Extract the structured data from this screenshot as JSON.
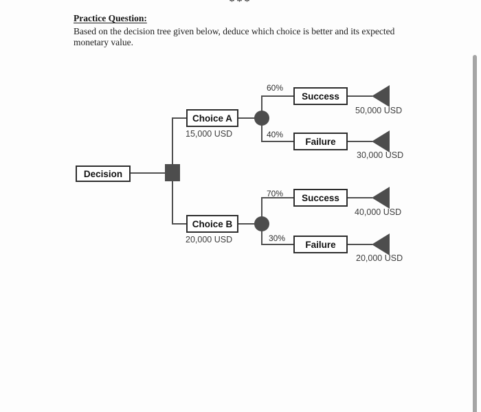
{
  "page": {
    "separator": "***"
  },
  "question": {
    "heading": "Practice Question:",
    "lines": [
      "Based on the decision tree given below, deduce which choice is better and its expected",
      "monetary value."
    ]
  },
  "tree": {
    "root_label": "Decision",
    "root_node_type": "decision-square",
    "chance_node_type": "chance-circle",
    "terminal_node_type": "terminal-triangle",
    "choices": [
      {
        "label": "Choice A",
        "cost": "15,000 USD",
        "outcomes": [
          {
            "probability": "60%",
            "label": "Success",
            "payoff": "50,000 USD"
          },
          {
            "probability": "40%",
            "label": "Failure",
            "payoff": "30,000 USD"
          }
        ]
      },
      {
        "label": "Choice B",
        "cost": "20,000 USD",
        "outcomes": [
          {
            "probability": "70%",
            "label": "Success",
            "payoff": "40,000 USD"
          },
          {
            "probability": "30%",
            "label": "Failure",
            "payoff": "20,000 USD"
          }
        ]
      }
    ]
  },
  "colors": {
    "node_fill": "#4d4d4d",
    "box_border": "#2d2d2d",
    "connector_line": "#4f4f4f",
    "background": "#fdfdfd",
    "scrollbar": "#a5a5a5"
  }
}
